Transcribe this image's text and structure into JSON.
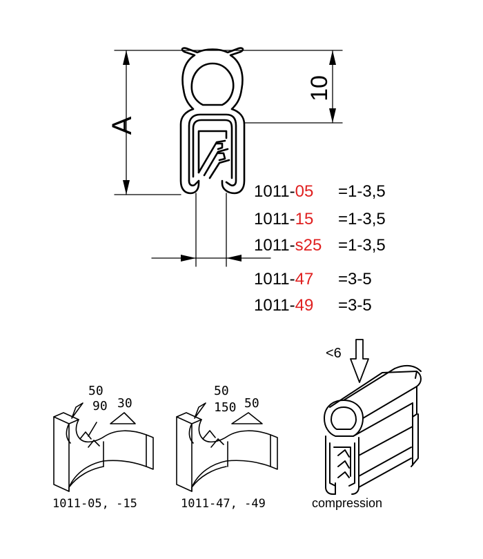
{
  "dimensions": {
    "height_label": "A",
    "clamp_height_label": "10"
  },
  "part_numbers": [
    {
      "prefix": "1011-",
      "suffix": "05",
      "range": "=1-3,5"
    },
    {
      "prefix": "1011-",
      "suffix": "15",
      "range": "=1-3,5"
    },
    {
      "prefix": "1011-",
      "suffix": "s25",
      "range": "=1-3,5"
    },
    {
      "prefix": "1011-",
      "suffix": "47",
      "range": "=3-5"
    },
    {
      "prefix": "1011-",
      "suffix": "49",
      "range": "=3-5"
    }
  ],
  "detail_left": {
    "angle_top": "50",
    "angle_mid": "90",
    "angle_right": "30",
    "caption": "1011-05, -15"
  },
  "detail_middle": {
    "angle_top": "50",
    "angle_mid": "150",
    "angle_right": "50",
    "caption": "1011-47, -49"
  },
  "detail_right": {
    "force_label": "<6",
    "caption": "compression"
  },
  "colors": {
    "line": "#000000",
    "highlight": "#e02020"
  }
}
